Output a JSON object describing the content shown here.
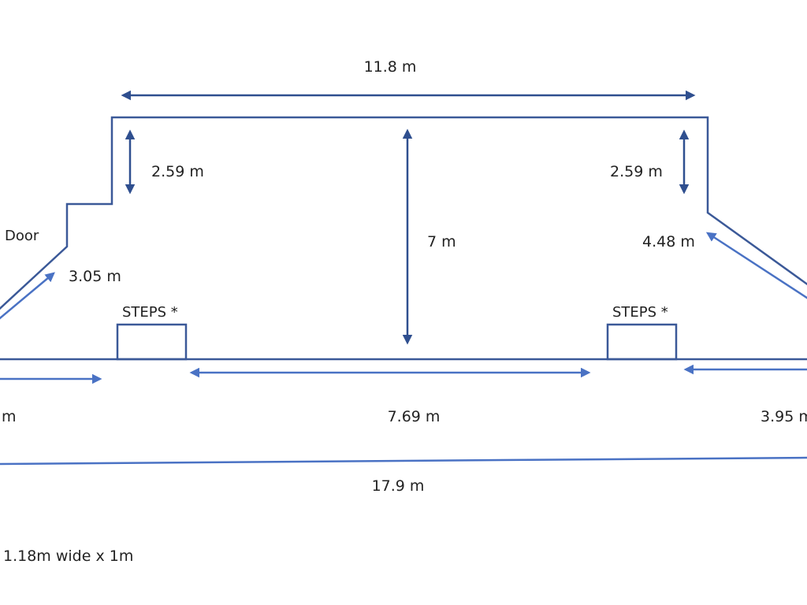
{
  "colors": {
    "outline": "#3b5998",
    "dimension_light": "#4a72c4",
    "dimension_dark": "#2f4f8f",
    "step_fill": "#efefef",
    "text": "#222222"
  },
  "labels": {
    "top_width": "11.8 m",
    "left_height": "2.59 m",
    "right_height": "2.59 m",
    "center_height": "7 m",
    "door": "Door",
    "left_slope": "3.05 m",
    "right_slope": "4.48 m",
    "left_steps": "STEPS *",
    "right_steps": "STEPS *",
    "bottom_left": "m",
    "bottom_middle": "7.69 m",
    "bottom_right": "3.95 m",
    "total_width": "17.9 m",
    "footnote": "1.18m wide x 1m"
  }
}
